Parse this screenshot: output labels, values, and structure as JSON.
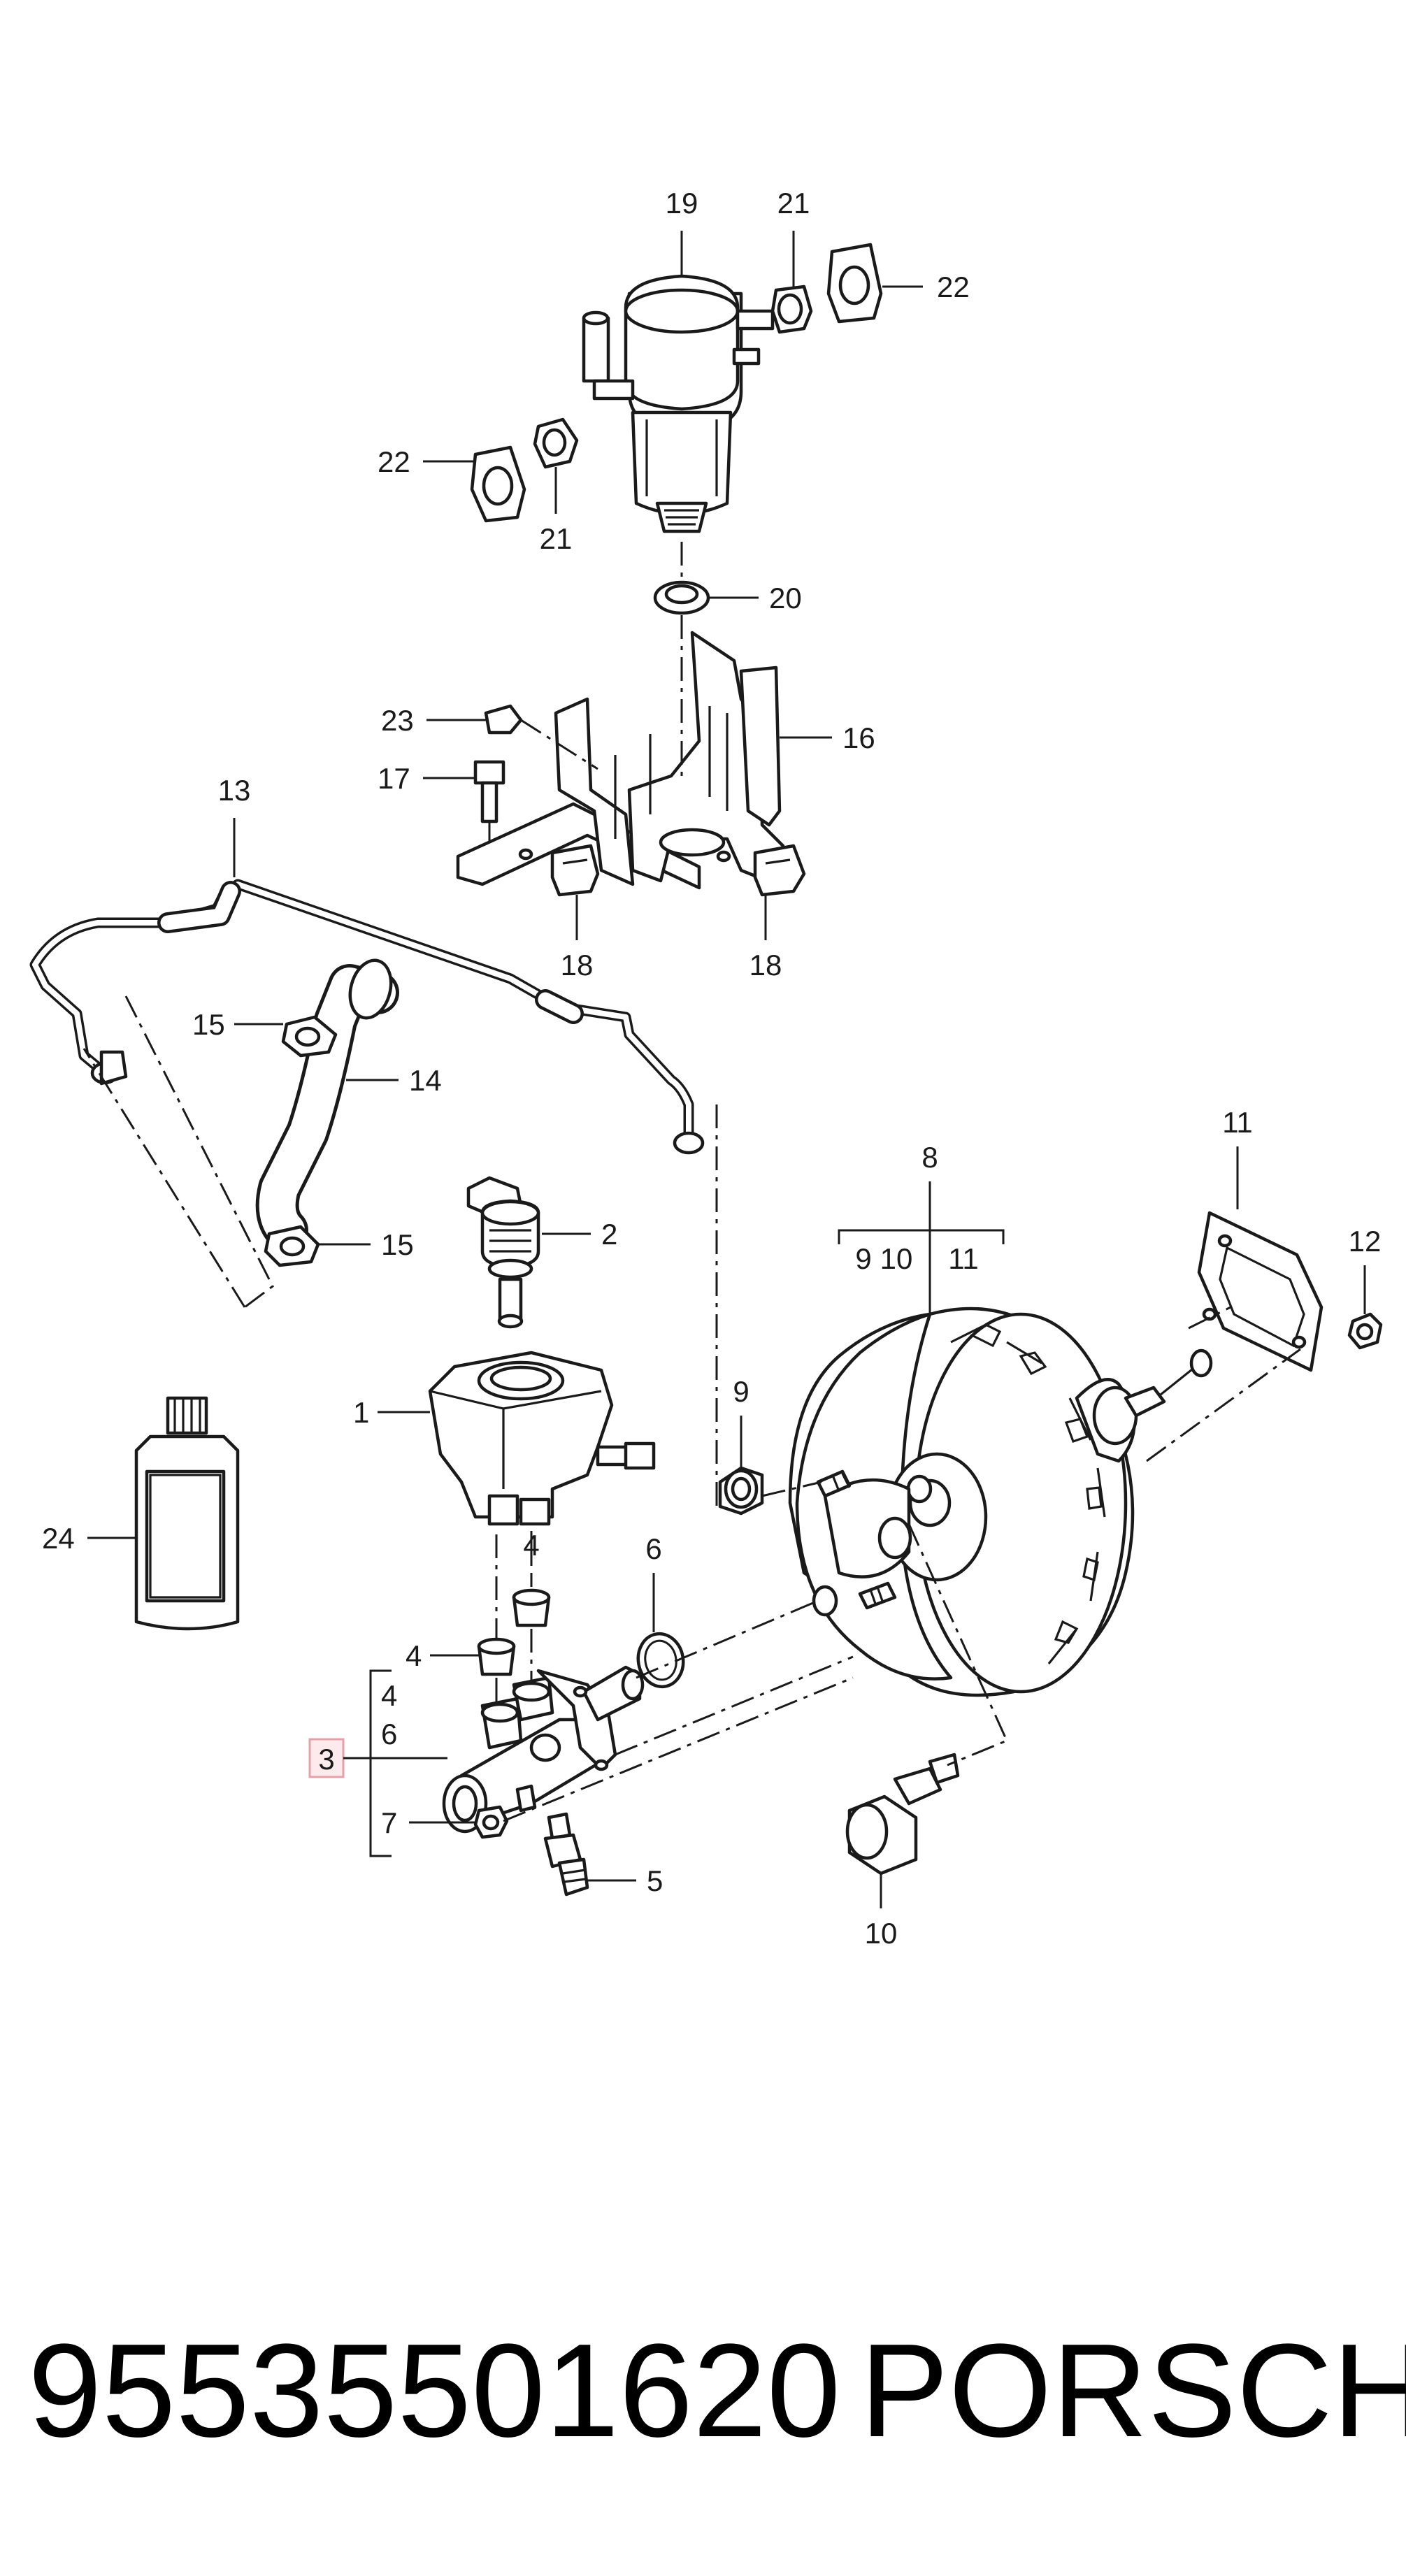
{
  "diagram": {
    "callouts": {
      "c19": "19",
      "c21_top": "21",
      "c22_right": "22",
      "c22_left": "22",
      "c21_bottom": "21",
      "c20": "20",
      "c23": "23",
      "c16": "16",
      "c17": "17",
      "c18_left": "18",
      "c18_right": "18",
      "c13": "13",
      "c14": "14",
      "c15_top": "15",
      "c15_bottom": "15",
      "c2": "2",
      "c1": "1",
      "c4_reservoir": "4",
      "c4_left": "4",
      "c24": "24",
      "c6_ring": "6",
      "c9": "9",
      "c8": "8",
      "c8_sub_9": "9",
      "c8_sub_10": "10",
      "c8_sub_11": "11",
      "c11": "11",
      "c12": "12",
      "c10": "10",
      "c5": "5",
      "c7": "7",
      "c3": "3",
      "c3_sub_4": "4",
      "c3_sub_6": "6"
    },
    "highlight_color": "#e8a0a8",
    "line_color": "#1a1a1a"
  },
  "footer": {
    "part_number": "95535501620",
    "brand": "PORSCHE"
  }
}
